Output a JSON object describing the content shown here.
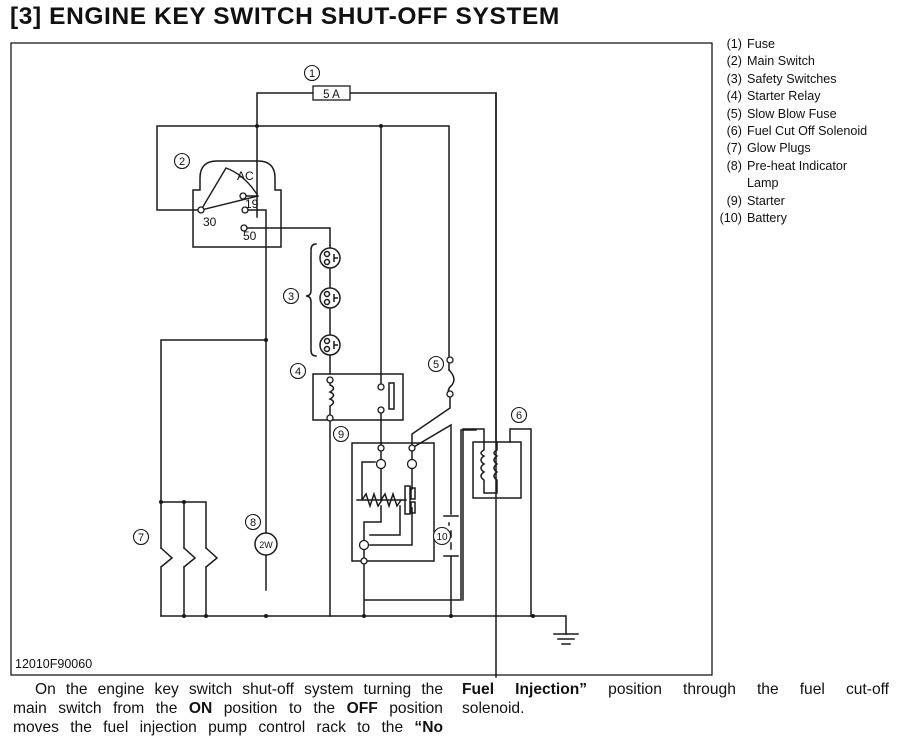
{
  "document": {
    "title": "[3] ENGINE KEY SWITCH SHUT-OFF SYSTEM",
    "figure_code": "12010F90060"
  },
  "diagram": {
    "fuse_rating": "5 A",
    "switch_terminals": {
      "ac": "AC",
      "t30": "30",
      "t19": "19",
      "t50": "50"
    },
    "lamp_rating": "2W",
    "callouts": [
      "1",
      "2",
      "3",
      "4",
      "5",
      "6",
      "7",
      "8",
      "9",
      "10"
    ]
  },
  "legend": [
    {
      "num": "(1)",
      "label": "Fuse"
    },
    {
      "num": "(2)",
      "label": "Main Switch"
    },
    {
      "num": "(3)",
      "label": "Safety Switches"
    },
    {
      "num": "(4)",
      "label": "Starter Relay"
    },
    {
      "num": "(5)",
      "label": "Slow Blow Fuse"
    },
    {
      "num": "(6)",
      "label": "Fuel Cut Off Solenoid"
    },
    {
      "num": "(7)",
      "label": "Glow Plugs"
    },
    {
      "num": "(8)",
      "label": "Pre-heat Indicator",
      "cont": "Lamp"
    },
    {
      "num": "(9)",
      "label": "Starter"
    },
    {
      "num": "(10)",
      "label": "Battery"
    }
  ],
  "paragraph": {
    "l1": "On the engine key switch shut-off system turning the",
    "l2a": "main switch from the ",
    "l2b": "ON",
    "l2c": " position to the ",
    "l2d": "OFF",
    "l2e": " position",
    "l3a": "moves the fuel injection pump control rack to the ",
    "l3b": "“No",
    "r1a": "Fuel Injection”",
    "r1b": " position through the fuel cut-off",
    "r2": "solenoid."
  }
}
